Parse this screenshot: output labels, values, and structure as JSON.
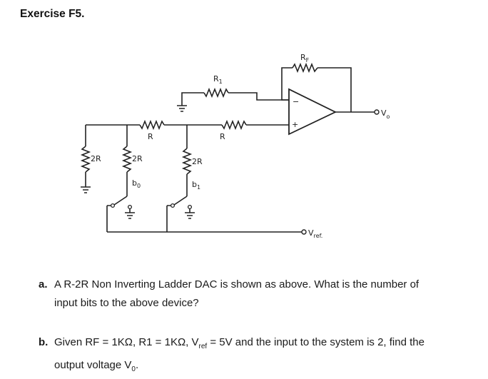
{
  "title": "Exercise F5.",
  "circuit": {
    "labels": {
      "rf_main": "R",
      "rf_sub": "F",
      "r1_main": "R",
      "r1_sub": "1",
      "r_series_1": "R",
      "r_series_2": "R",
      "r_2r_left": "2R",
      "r_2r_b0": "2R",
      "r_2r_b1": "2R",
      "b0_main": "b",
      "b0_sub": "0",
      "b1_main": "b",
      "b1_sub": "1",
      "vo_main": "V",
      "vo_sub": "o",
      "vref_main": "V",
      "vref_sub": "ref.",
      "opamp_minus": "−",
      "opamp_plus": "+"
    }
  },
  "questions": {
    "a": {
      "label": "a.",
      "line1": "A R-2R Non Inverting Ladder DAC is shown as above. What is the number of",
      "line2": "input bits to the above device?"
    },
    "b": {
      "label": "b.",
      "line1": "Given RF = 1KΩ, R1 = 1KΩ, V",
      "line1_sub": "ref",
      "line1_end": " = 5V and the input to the system is 2, find the",
      "line2_pre": "output voltage V",
      "line2_sub": "0",
      "line2_end": "."
    }
  }
}
